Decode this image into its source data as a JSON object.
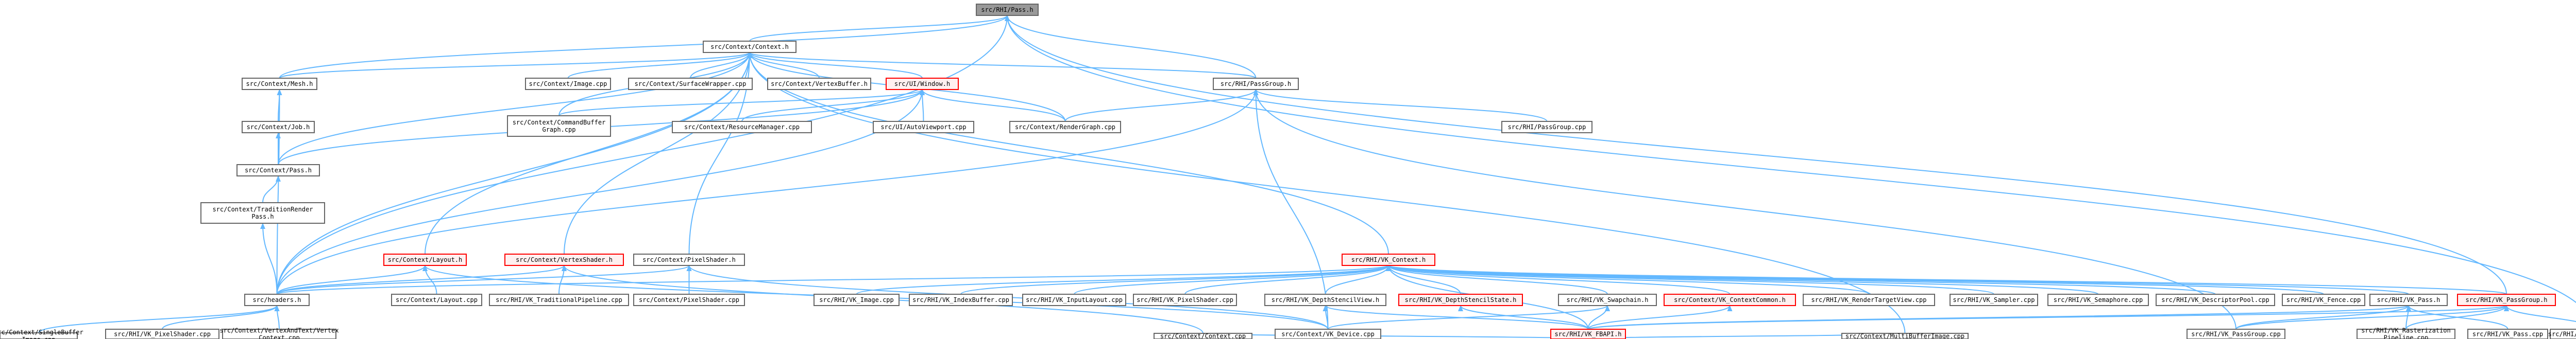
{
  "colors": {
    "edge": "#63b8ff",
    "border": "#666666",
    "fill": "#ffffff",
    "root_fill": "#999999",
    "root_border": "#666666",
    "highlight_border": "#ff0000",
    "highlight_fill": "#fff0f0",
    "text": "#000000"
  },
  "nodes": [
    {
      "id": "vk_pass_h",
      "lines": [
        "src/RHI/Pass.h"
      ],
      "style": "root"
    },
    {
      "id": "context_h",
      "lines": [
        "src/Context/Context.h"
      ]
    },
    {
      "id": "mesh_h",
      "lines": [
        "src/Context/Mesh.h"
      ]
    },
    {
      "id": "image_cpp",
      "lines": [
        "src/Context/Image.cpp"
      ]
    },
    {
      "id": "surfacewrapper_cpp",
      "lines": [
        "src/Context/SurfaceWrapper.cpp"
      ]
    },
    {
      "id": "vertexbuffer_h",
      "lines": [
        "src/Context/VertexBuffer.h"
      ]
    },
    {
      "id": "window_h",
      "lines": [
        "src/UI/Window.h"
      ],
      "style": "highlight"
    },
    {
      "id": "passgroup_h",
      "lines": [
        "src/RHI/PassGroup.h"
      ]
    },
    {
      "id": "job_h",
      "lines": [
        "src/Context/Job.h"
      ]
    },
    {
      "id": "commandbuffergraph_cpp",
      "lines": [
        "src/Context/CommandBuffer",
        "Graph.cpp"
      ]
    },
    {
      "id": "resourcemanager_cpp",
      "lines": [
        "src/Context/ResourceManager.cpp"
      ]
    },
    {
      "id": "autoviewport_cpp",
      "lines": [
        "src/UI/AutoViewport.cpp"
      ]
    },
    {
      "id": "rendergraph_cpp",
      "lines": [
        "src/Context/RenderGraph.cpp"
      ]
    },
    {
      "id": "passgroup_cpp",
      "lines": [
        "src/RHI/PassGroup.cpp"
      ]
    },
    {
      "id": "context_pass_h",
      "lines": [
        "src/Context/Pass.h"
      ]
    },
    {
      "id": "traditionrenderpass_h",
      "lines": [
        "src/Context/TraditionRender",
        "Pass.h"
      ]
    },
    {
      "id": "layout_h",
      "lines": [
        "src/Context/Layout.h"
      ],
      "style": "highlight"
    },
    {
      "id": "vertexshader_h",
      "lines": [
        "src/Context/VertexShader.h"
      ],
      "style": "highlight"
    },
    {
      "id": "pixelshader_h",
      "lines": [
        "src/Context/PixelShader.h"
      ]
    },
    {
      "id": "vk_context_h",
      "lines": [
        "src/RHI/VK_Context.h"
      ],
      "style": "highlight"
    },
    {
      "id": "headers_h",
      "lines": [
        "src/headers.h"
      ]
    },
    {
      "id": "layout_cpp",
      "lines": [
        "src/Context/Layout.cpp"
      ]
    },
    {
      "id": "vk_traditionalpipeline_cpp",
      "lines": [
        "src/RHI/VK_TraditionalPipeline.cpp"
      ]
    },
    {
      "id": "pixelshader_cpp",
      "lines": [
        "src/Context/PixelShader.cpp"
      ]
    },
    {
      "id": "vk_image_cpp",
      "lines": [
        "src/RHI/VK_Image.cpp"
      ]
    },
    {
      "id": "vk_indexbuffer_cpp",
      "lines": [
        "src/RHI/VK_IndexBuffer.cpp"
      ]
    },
    {
      "id": "vk_inputlayout_cpp",
      "lines": [
        "src/RHI/VK_InputLayout.cpp"
      ]
    },
    {
      "id": "vk_pixelshader_cpp",
      "lines": [
        "src/RHI/VK_PixelShader.cpp"
      ]
    },
    {
      "id": "vk_depthstencilview_h",
      "lines": [
        "src/RHI/VK_DepthStencilView.h"
      ]
    },
    {
      "id": "vk_depthstencilstate_h",
      "lines": [
        "src/RHI/VK_DepthStencilState.h"
      ],
      "style": "highlight"
    },
    {
      "id": "vk_swapchain_h",
      "lines": [
        "src/RHI/VK_Swapchain.h"
      ]
    },
    {
      "id": "vk_contextcommon_h",
      "lines": [
        "src/Context/VK_ContextCommon.h"
      ],
      "style": "highlight"
    },
    {
      "id": "vk_rendertargetview_cpp",
      "lines": [
        "src/RHI/VK_RenderTargetView.cpp"
      ]
    },
    {
      "id": "vk_sampler_cpp",
      "lines": [
        "src/RHI/VK_Sampler.cpp"
      ]
    },
    {
      "id": "vk_semaphore_cpp",
      "lines": [
        "src/RHI/VK_Semaphore.cpp"
      ]
    },
    {
      "id": "vk_descriptorpool_cpp",
      "lines": [
        "src/RHI/VK_DescriptorPool.cpp"
      ]
    },
    {
      "id": "vk_fence_cpp",
      "lines": [
        "src/RHI/VK_Fence.cpp"
      ]
    },
    {
      "id": "vk_pass_h2",
      "lines": [
        "src/RHI/VK_Pass.h"
      ]
    },
    {
      "id": "vk_passgroup_h",
      "lines": [
        "src/RHI/VK_PassGroup.h"
      ],
      "style": "highlight"
    },
    {
      "id": "singlebufferimage_cpp",
      "lines": [
        "src/Context/SingleBuffer",
        "Image.cpp"
      ]
    },
    {
      "id": "vk_pixelshader2_cpp",
      "lines": [
        "src/RHI/VK_PixelShader.cpp"
      ]
    },
    {
      "id": "vertexandtextcontext_cpp",
      "lines": [
        "src/Context/VertexAndText/Vertex",
        "Context.cpp"
      ]
    },
    {
      "id": "vk_device_cpp",
      "lines": [
        "src/Context/VK_Device.cpp"
      ]
    },
    {
      "id": "vk_fbapi_h",
      "lines": [
        "src/RHI/VK_FBAPI.h"
      ],
      "style": "highlight"
    },
    {
      "id": "vk_passgroup_cpp",
      "lines": [
        "src/RHI/VK_PassGroup.cpp"
      ]
    },
    {
      "id": "vk_rasterizationpipeline_cpp",
      "lines": [
        "src/RHI/VK_Rasterization",
        "Pipeline.cpp"
      ]
    },
    {
      "id": "vk_pass_cpp",
      "lines": [
        "src/RHI/VK_Pass.cpp"
      ]
    },
    {
      "id": "vk_swapchain_cpp",
      "lines": [
        "src/RHI/VK_Swapchain.cpp"
      ]
    },
    {
      "id": "context_cpp",
      "lines": [
        "src/Context/Context.cpp"
      ]
    },
    {
      "id": "multibufferimage_cpp",
      "lines": [
        "src/Context/MultiBufferImage.cpp"
      ]
    }
  ]
}
